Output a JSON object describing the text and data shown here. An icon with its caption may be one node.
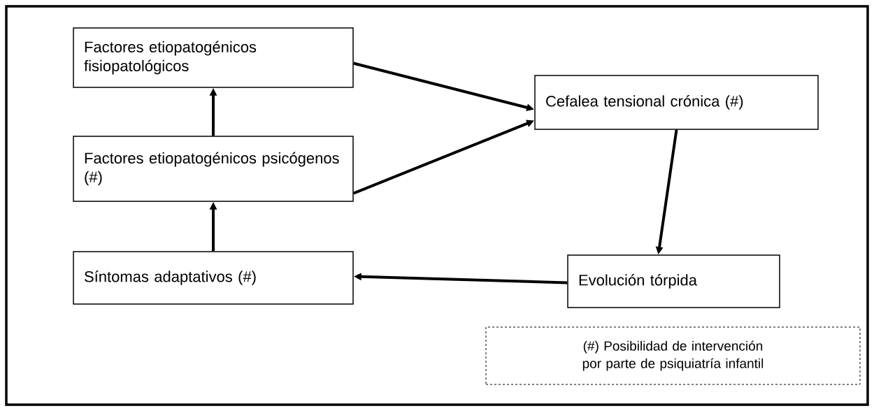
{
  "diagram": {
    "nodes": [
      {
        "text": [
          "Factores etiopatogénicos fisiopatológicos"
        ]
      },
      {
        "text": [
          "Factores etiopatogénicos psicógenos (#)"
        ]
      },
      {
        "text": [
          "Cefalea tensional crónica (#)"
        ]
      },
      {
        "text": [
          "Síntomas adaptativos (#)"
        ]
      },
      {
        "text": [
          "Evolución tórpida"
        ]
      },
      {
        "text": [
          "(#) Posibilidad de intervención por parte de psiquiatría infantil"
        ]
      }
    ],
    "edges": [
      {
        "from": 1,
        "to": 0,
        "arrow": "to"
      },
      {
        "from": 3,
        "to": 1,
        "arrow": "to"
      },
      {
        "from": 0,
        "to": 2,
        "arrow": "to"
      },
      {
        "from": 1,
        "to": 2,
        "arrow": "to"
      },
      {
        "from": 2,
        "to": 4,
        "arrow": "to"
      },
      {
        "from": 4,
        "to": 3,
        "arrow": "to"
      }
    ]
  }
}
